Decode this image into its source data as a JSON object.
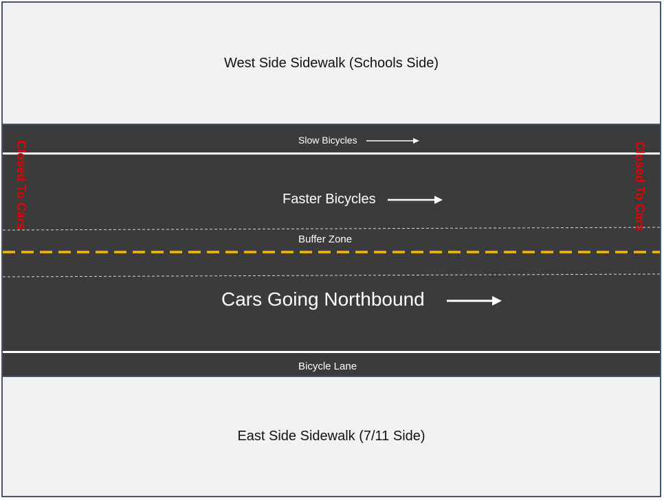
{
  "sidewalks": {
    "west": "West Side Sidewalk (Schools Side)",
    "east": "East Side Sidewalk (7/11 Side)"
  },
  "lanes": {
    "slow_bicycles": "Slow Bicycles",
    "faster_bicycles": "Faster Bicycles",
    "buffer_zone": "Buffer Zone",
    "cars": "Cars Going Northbound",
    "bicycle_lane": "Bicycle Lane"
  },
  "closures": {
    "left": "Closed To Cars",
    "right": "Closed To Cars"
  },
  "colors": {
    "road": "#3b3b3b",
    "sidewalk": "#f2f2f2",
    "center_line": "#f5b800",
    "closed_text": "#e00000",
    "frame": "#44546a"
  }
}
